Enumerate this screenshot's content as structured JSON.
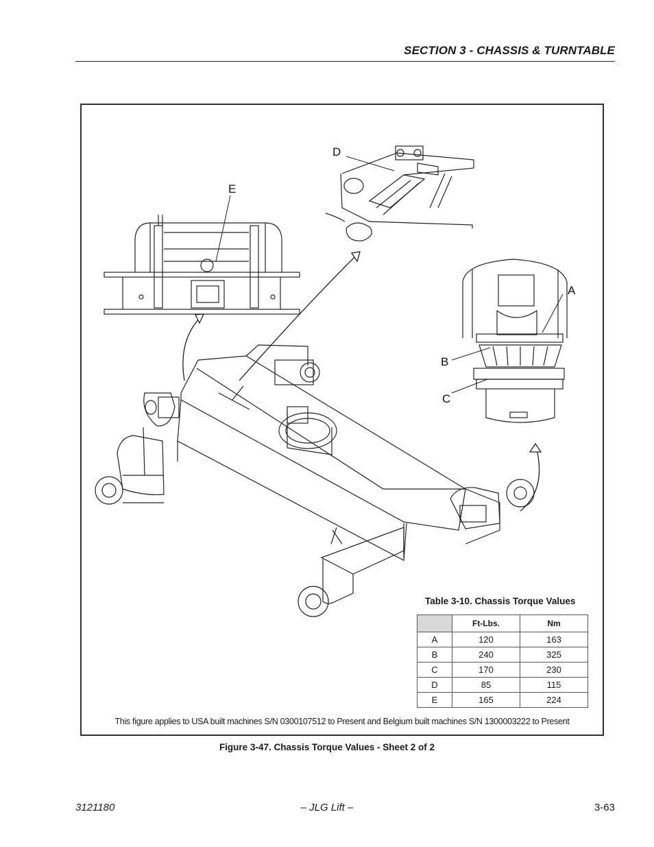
{
  "header": {
    "section_title": "SECTION 3 - CHASSIS & TURNTABLE"
  },
  "figure": {
    "callouts": [
      "A",
      "B",
      "C",
      "D",
      "E"
    ],
    "table": {
      "title": "Table 3-10. Chassis Torque Values",
      "columns": [
        "",
        "Ft-Lbs.",
        "Nm"
      ],
      "rows": [
        [
          "A",
          "120",
          "163"
        ],
        [
          "B",
          "240",
          "325"
        ],
        [
          "C",
          "170",
          "230"
        ],
        [
          "D",
          "85",
          "115"
        ],
        [
          "E",
          "165",
          "224"
        ]
      ]
    },
    "note": "This figure applies to USA built machines S/N 0300107512 to Present and Belgium built machines S/N 1300003222 to Present",
    "caption": "Figure 3-47.  Chassis Torque Values - Sheet 2 of 2"
  },
  "footer": {
    "doc_number": "3121180",
    "publisher": "– JLG Lift –",
    "page_number": "3-63"
  }
}
